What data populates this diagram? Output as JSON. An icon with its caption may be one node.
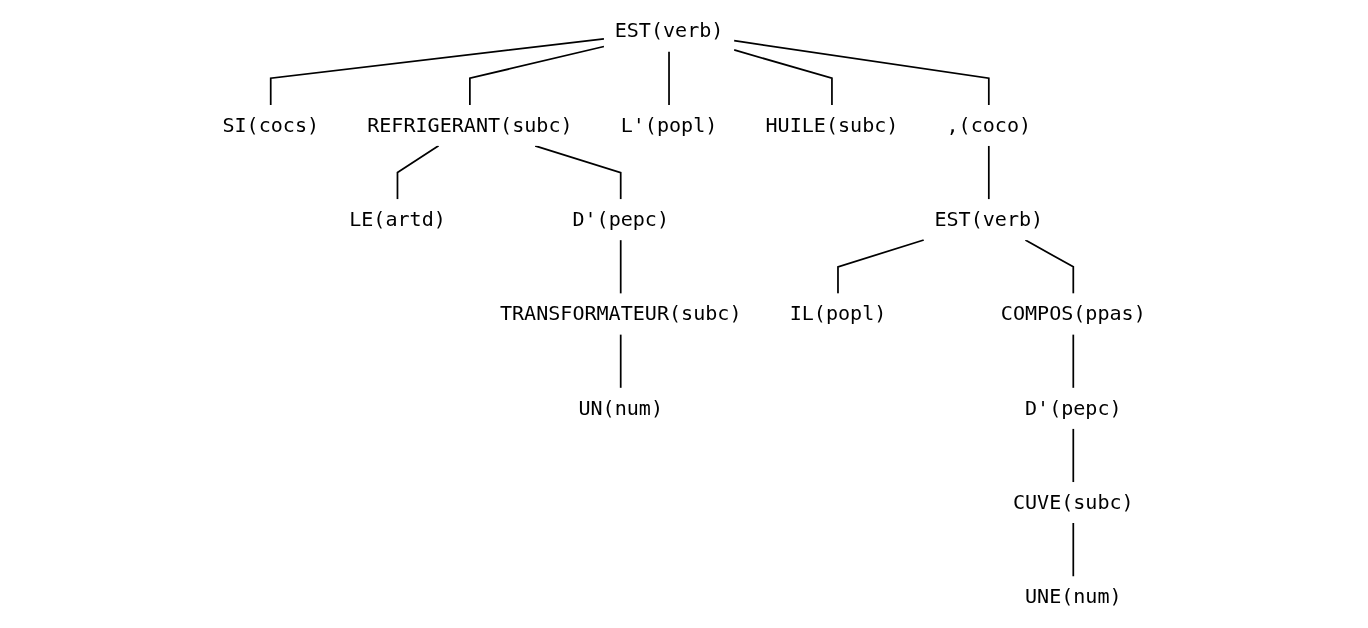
{
  "diagram": {
    "nodes": [
      {
        "text": [
          "EST(verb)"
        ]
      },
      {
        "text": [
          "SI(cocs)"
        ]
      },
      {
        "text": [
          "REFRIGERANT(subc)"
        ]
      },
      {
        "text": [
          "L'(popl)"
        ]
      },
      {
        "text": [
          "HUILE(subc)"
        ]
      },
      {
        "text": [
          ",(coco)"
        ]
      },
      {
        "text": [
          "LE(artd)"
        ]
      },
      {
        "text": [
          "D'(pepc)"
        ]
      },
      {
        "text": [
          "TRANSFORMATEUR(subc)"
        ]
      },
      {
        "text": [
          "UN(num)"
        ]
      },
      {
        "text": [
          "EST(verb)"
        ]
      },
      {
        "text": [
          "IL(popl)"
        ]
      },
      {
        "text": [
          "COMPOS(ppas)"
        ]
      },
      {
        "text": [
          "D'(pepc)"
        ]
      },
      {
        "text": [
          "CUVE(subc)"
        ]
      },
      {
        "text": [
          "UNE(num)"
        ]
      }
    ],
    "edges": [
      {
        "from": 0,
        "to": 1,
        "arrow": "none"
      },
      {
        "from": 0,
        "to": 2,
        "arrow": "none"
      },
      {
        "from": 0,
        "to": 3,
        "arrow": "none"
      },
      {
        "from": 0,
        "to": 4,
        "arrow": "none"
      },
      {
        "from": 0,
        "to": 5,
        "arrow": "none"
      },
      {
        "from": 2,
        "to": 6,
        "arrow": "none"
      },
      {
        "from": 2,
        "to": 7,
        "arrow": "none"
      },
      {
        "from": 7,
        "to": 8,
        "arrow": "none"
      },
      {
        "from": 8,
        "to": 9,
        "arrow": "none"
      },
      {
        "from": 5,
        "to": 10,
        "arrow": "none"
      },
      {
        "from": 10,
        "to": 11,
        "arrow": "none"
      },
      {
        "from": 10,
        "to": 12,
        "arrow": "none"
      },
      {
        "from": 12,
        "to": 13,
        "arrow": "none"
      },
      {
        "from": 13,
        "to": 14,
        "arrow": "none"
      },
      {
        "from": 14,
        "to": 15,
        "arrow": "none"
      }
    ]
  }
}
